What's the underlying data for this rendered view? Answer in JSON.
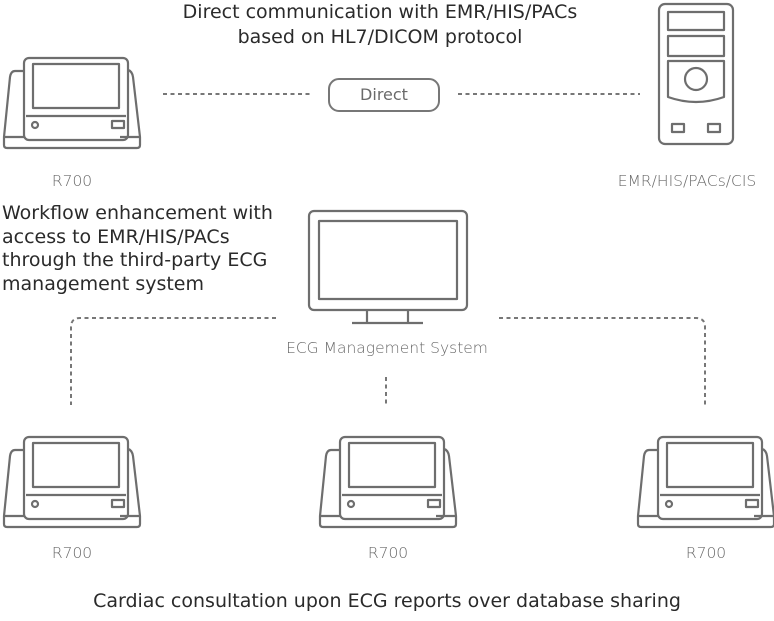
{
  "diagram": {
    "headings": {
      "direct_line1": "Direct communication with EMR/HIS/PACs",
      "direct_line2": "based on HL7/DICOM protocol",
      "workflow_lines": [
        "Workflow enhancement with",
        "access to EMR/HIS/PACs",
        "through the third-party ECG",
        "management system"
      ],
      "consultation": "Cardiac consultation upon ECG reports over database sharing"
    },
    "connection_label": "Direct",
    "nodes": {
      "device_top": {
        "label": "R700",
        "icon": "ecg-device-icon"
      },
      "server": {
        "label": "EMR/HIS/PACs/CIS",
        "icon": "server-tower-icon"
      },
      "ecg_management": {
        "label": "ECG Management System",
        "icon": "monitor-icon"
      },
      "device_bottom_left": {
        "label": "R700",
        "icon": "ecg-device-icon"
      },
      "device_bottom_center": {
        "label": "R700",
        "icon": "ecg-device-icon"
      },
      "device_bottom_right": {
        "label": "R700",
        "icon": "ecg-device-icon"
      }
    },
    "colors": {
      "stroke": "#6e6e6e",
      "text": "#2a2a2a",
      "label": "#6a6a6a"
    }
  }
}
